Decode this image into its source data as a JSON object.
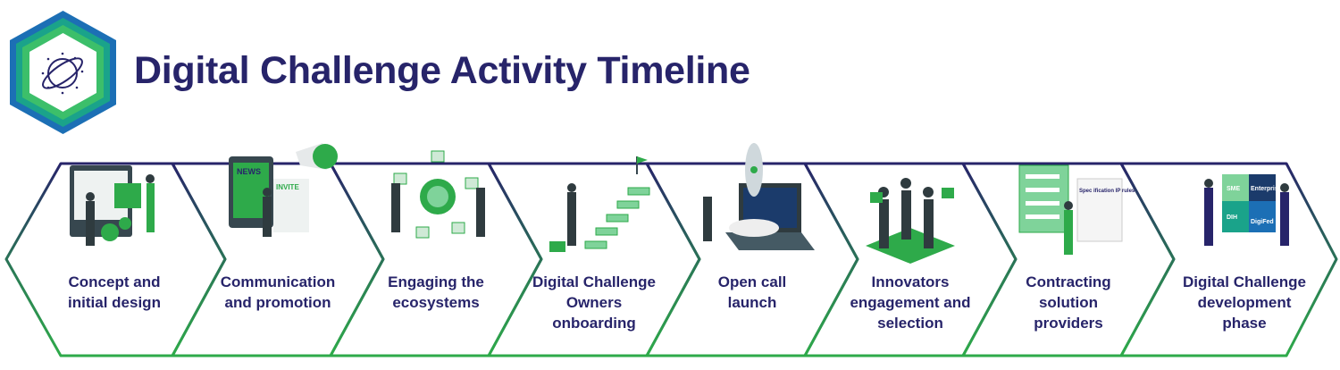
{
  "header": {
    "title": "Digital Challenge Activity Timeline",
    "logo_icon": "planet-hexagon-icon"
  },
  "colors": {
    "title": "#27246a",
    "outline_top": "#27246a",
    "outline_bottom": "#2eaa4a",
    "accent_green": "#2eaa4a",
    "logo_blue": "#1c6fb5",
    "logo_teal": "#1aa38a",
    "dark_grey": "#37474f"
  },
  "steps": [
    {
      "label_lines": [
        "Concept and",
        "initial design"
      ],
      "icon": "monitor-gears-icon"
    },
    {
      "label_lines": [
        "Communication",
        "and promotion"
      ],
      "icon": "megaphone-news-icon"
    },
    {
      "label_lines": [
        "Engaging the",
        "ecosystems"
      ],
      "icon": "globe-network-icon"
    },
    {
      "label_lines": [
        "Digital Challenge",
        "Owners",
        "onboarding"
      ],
      "icon": "stairs-flag-icon"
    },
    {
      "label_lines": [
        "Open call",
        "launch"
      ],
      "icon": "rocket-laptop-icon"
    },
    {
      "label_lines": [
        "Innovators",
        "engagement and",
        "selection"
      ],
      "icon": "handshake-icon"
    },
    {
      "label_lines": [
        "Contracting",
        "solution",
        "providers"
      ],
      "icon": "clipboard-contract-icon"
    },
    {
      "label_lines": [
        "Digital Challenge",
        "development",
        "phase"
      ],
      "icon": "puzzle-icon"
    }
  ],
  "illustration_text": {
    "news": "NEWS",
    "invite": "INVITE",
    "spec": "Spec ification IP rules",
    "sme": "SME",
    "dih": "DIH",
    "enterprise": "Enterprise",
    "digifed": "DigiFed"
  }
}
